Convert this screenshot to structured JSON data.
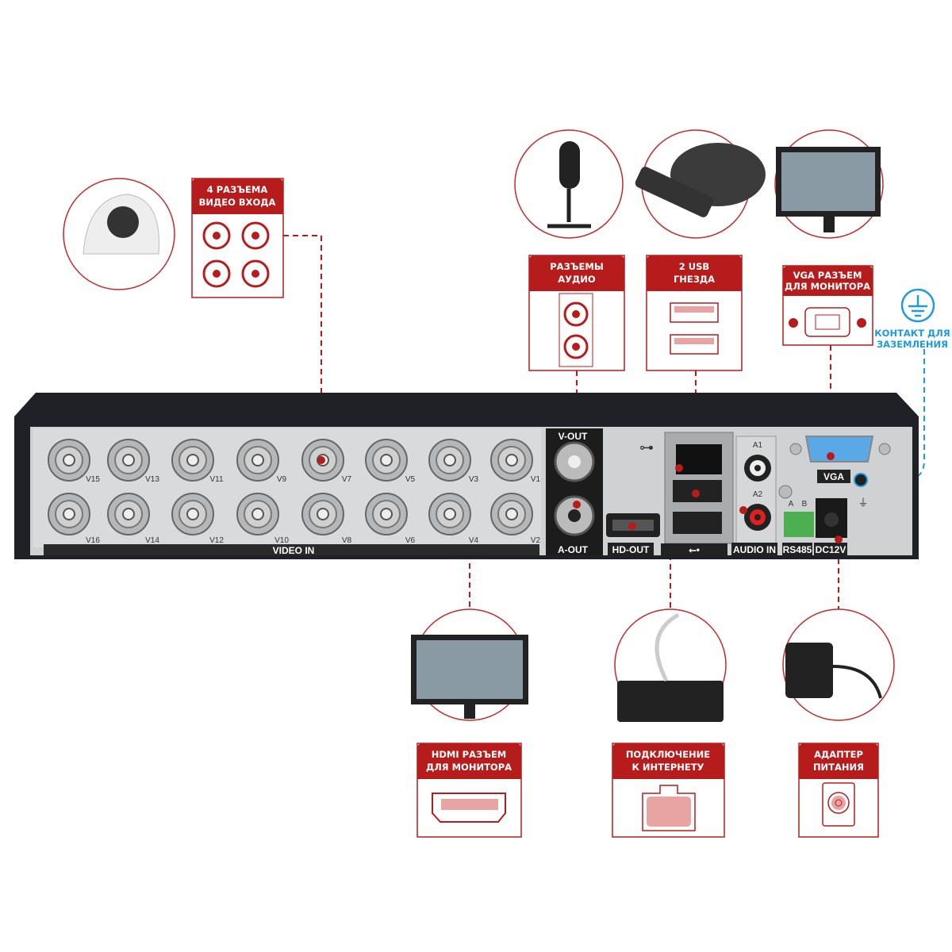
{
  "colors": {
    "accent": "#b71c1c",
    "ground": "#1e9be0",
    "light_red": "#e8a3a3"
  },
  "callouts": {
    "video_in": {
      "line1": "4 РАЗЪЕМА",
      "line2": "ВИДЕО ВХОДА"
    },
    "audio": {
      "line1": "РАЗЪЕМЫ",
      "line2": "АУДИО"
    },
    "usb": {
      "line1": "2 USB",
      "line2": "ГНЕЗДА"
    },
    "vga": {
      "line1": "VGA РАЗЪЕМ",
      "line2": "ДЛЯ МОНИТОРА"
    },
    "ground": {
      "line1": "КОНТАКТ ДЛЯ",
      "line2": "ЗАЗЕМЛЕНИЯ"
    },
    "hdmi": {
      "line1": "HDMI РАЗЪЕМ",
      "line2": "ДЛЯ МОНИТОРА"
    },
    "network": {
      "line1": "ПОДКЛЮЧЕНИЕ",
      "line2": "К ИНТЕРНЕТУ"
    },
    "power": {
      "line1": "АДАПТЕР",
      "line2": "ПИТАНИЯ"
    }
  },
  "device": {
    "top_row": [
      "V15",
      "V13",
      "V11",
      "V9",
      "V7",
      "V5",
      "V3",
      "V1"
    ],
    "bottom_row": [
      "V16",
      "V14",
      "V12",
      "V10",
      "V8",
      "V6",
      "V4",
      "V2"
    ],
    "video_in": "VIDEO IN",
    "v_out": "V-OUT",
    "a_out": "A-OUT",
    "hd_out": "HD-OUT",
    "a1": "A1",
    "a2": "A2",
    "audio_in": "AUDIO IN",
    "rs485_a": "A",
    "rs485_b": "B",
    "rs485": "RS485",
    "dc12v": "DC12V",
    "vga": "VGA"
  }
}
